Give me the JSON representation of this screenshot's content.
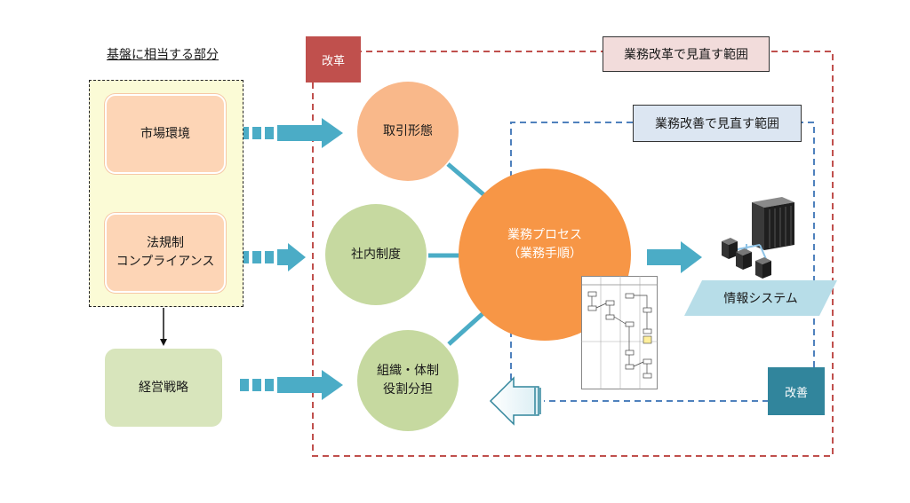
{
  "foundation": {
    "title": "基盤に相当する部分",
    "market": "市場環境",
    "regulation_line1": "法規制",
    "regulation_line2": "コンプライアンス"
  },
  "strategy": "経営戦略",
  "reform": {
    "tag": "改革",
    "scope": "業務改革で見直す範囲"
  },
  "improvement": {
    "tag": "改善",
    "scope": "業務改善で見直す範囲"
  },
  "elements": {
    "transaction": "取引形態",
    "internal_system": "社内制度",
    "org_line1": "組織・体制",
    "org_line2": "役割分担"
  },
  "process": {
    "line1": "業務プロセス",
    "line2": "（業務手順）"
  },
  "info_system": "情報システム",
  "colors": {
    "reform_red": "#c0504d",
    "improve_blue": "#4f81bd",
    "arrow_teal": "#4bacc6",
    "improve_tag": "#31859c",
    "process_orange": "#f79646"
  }
}
